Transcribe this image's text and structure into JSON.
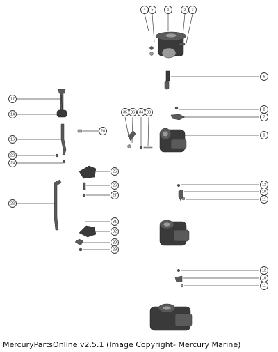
{
  "caption": "MercuryPartsOnline v2.5.1 (Image Copyright- Mercury Marine)",
  "callouts": [
    "4",
    "5",
    "1",
    "2",
    "3",
    "6",
    "17",
    "14",
    "16",
    "23",
    "24",
    "28",
    "35",
    "36",
    "34",
    "33",
    "8",
    "7",
    "9",
    "25",
    "26",
    "27",
    "22",
    "31",
    "32",
    "30",
    "29",
    "12",
    "10",
    "11",
    "12",
    "10",
    "11"
  ]
}
